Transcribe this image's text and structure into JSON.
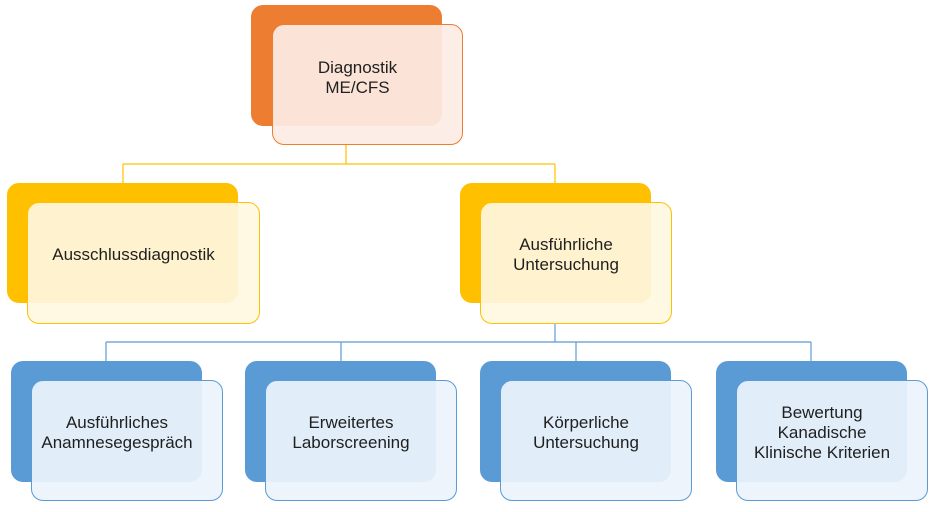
{
  "diagram": {
    "root": {
      "label": "Diagnostik\nME/CFS",
      "color": "#ed7d31"
    },
    "level2": [
      {
        "label": "Ausschlussdiagnostik",
        "color": "#ffc000"
      },
      {
        "label": "Ausführliche\nUntersuchung",
        "color": "#ffc000"
      }
    ],
    "level3": [
      {
        "label": "Ausführliches\nAnamnesegespräch",
        "color": "#5b9bd5"
      },
      {
        "label": "Erweitertes\nLaborscreening",
        "color": "#5b9bd5"
      },
      {
        "label": "Körperliche\nUntersuchung",
        "color": "#5b9bd5"
      },
      {
        "label": "Bewertung\nKanadische\nKlinische Kriterien",
        "color": "#5b9bd5"
      }
    ]
  }
}
